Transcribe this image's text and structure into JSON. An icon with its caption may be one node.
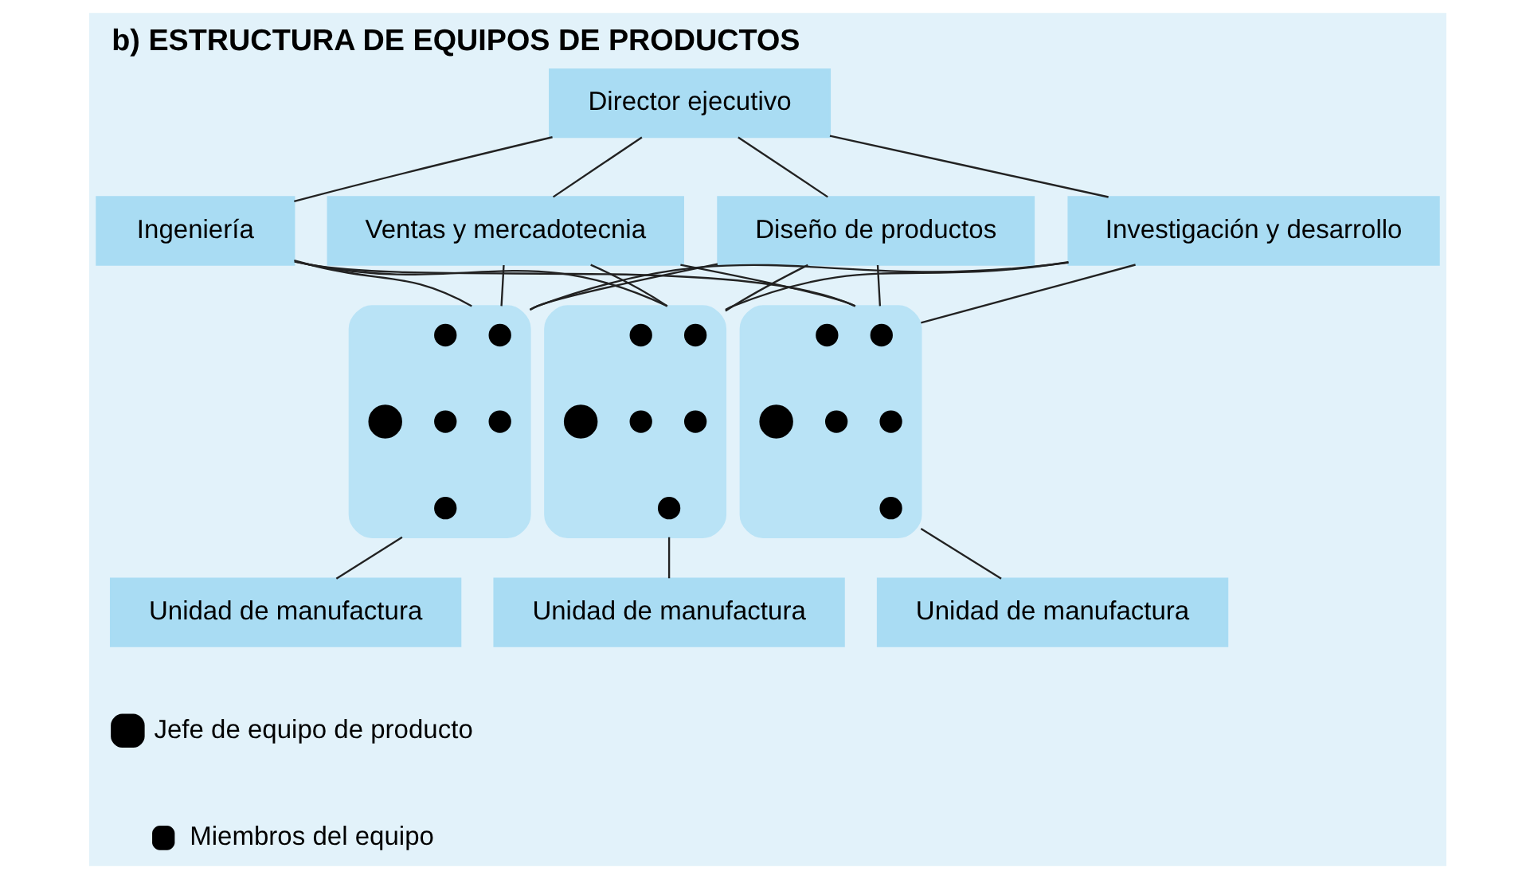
{
  "diagram": {
    "title": "b) ESTRUCTURA DE EQUIPOS DE PRODUCTOS",
    "nodes": [
      {
        "text": [
          "Director ejecutivo"
        ]
      },
      {
        "text": [
          "Ingeniería"
        ]
      },
      {
        "text": [
          "Ventas y mercadotecnia"
        ]
      },
      {
        "text": [
          "Diseño de productos"
        ]
      },
      {
        "text": [
          "Investigación y desarrollo"
        ]
      },
      {
        "text": [],
        "shape": "ellipse"
      },
      {
        "text": [],
        "shape": "circle",
        "in": 5
      },
      {
        "text": [],
        "shape": "circle",
        "in": 5
      },
      {
        "text": [],
        "shape": "circle",
        "in": 5
      },
      {
        "text": [],
        "shape": "circle",
        "in": 5
      },
      {
        "text": [],
        "shape": "circle",
        "in": 5
      },
      {
        "text": [],
        "shape": "circle",
        "in": 5
      },
      {
        "text": [],
        "shape": "ellipse"
      },
      {
        "text": [],
        "shape": "circle",
        "in": 12
      },
      {
        "text": [],
        "shape": "circle",
        "in": 12
      },
      {
        "text": [],
        "shape": "circle",
        "in": 12
      },
      {
        "text": [],
        "shape": "circle",
        "in": 12
      },
      {
        "text": [],
        "shape": "circle",
        "in": 12
      },
      {
        "text": [],
        "shape": "circle",
        "in": 12
      },
      {
        "text": [],
        "shape": "ellipse"
      },
      {
        "text": [],
        "shape": "circle",
        "in": 19
      },
      {
        "text": [],
        "shape": "circle",
        "in": 19
      },
      {
        "text": [],
        "shape": "circle",
        "in": 19
      },
      {
        "text": [],
        "shape": "circle",
        "in": 19
      },
      {
        "text": [],
        "shape": "circle",
        "in": 19
      },
      {
        "text": [],
        "shape": "circle",
        "in": 19
      },
      {
        "text": [
          "Unidad de manufactura"
        ]
      },
      {
        "text": [
          "Unidad de manufactura"
        ]
      },
      {
        "text": [
          "Unidad de manufactura"
        ]
      }
    ],
    "edges": [
      {
        "from": 0,
        "to": 1,
        "arrow": "none"
      },
      {
        "from": 0,
        "to": 2,
        "arrow": "none"
      },
      {
        "from": 0,
        "to": 3,
        "arrow": "none"
      },
      {
        "from": 0,
        "to": 4,
        "arrow": "none"
      },
      {
        "from": 1,
        "to": 5,
        "arrow": "none"
      },
      {
        "from": 1,
        "to": 12,
        "arrow": "none"
      },
      {
        "from": 1,
        "to": 19,
        "arrow": "none"
      },
      {
        "from": 2,
        "to": 5,
        "arrow": "none"
      },
      {
        "from": 2,
        "to": 12,
        "arrow": "none"
      },
      {
        "from": 2,
        "to": 19,
        "arrow": "none"
      },
      {
        "from": 3,
        "to": 5,
        "arrow": "none"
      },
      {
        "from": 3,
        "to": 12,
        "arrow": "none"
      },
      {
        "from": 3,
        "to": 19,
        "arrow": "none"
      },
      {
        "from": 4,
        "to": 5,
        "arrow": "none"
      },
      {
        "from": 4,
        "to": 12,
        "arrow": "none"
      },
      {
        "from": 4,
        "to": 19,
        "arrow": "none"
      },
      {
        "from": 5,
        "to": 26,
        "arrow": "none"
      },
      {
        "from": 12,
        "to": 27,
        "arrow": "none"
      },
      {
        "from": 19,
        "to": 28,
        "arrow": "none"
      }
    ],
    "legend": [
      {
        "text": "Jefe de equipo de producto"
      },
      {
        "text": "Miembros del equipo"
      }
    ]
  }
}
